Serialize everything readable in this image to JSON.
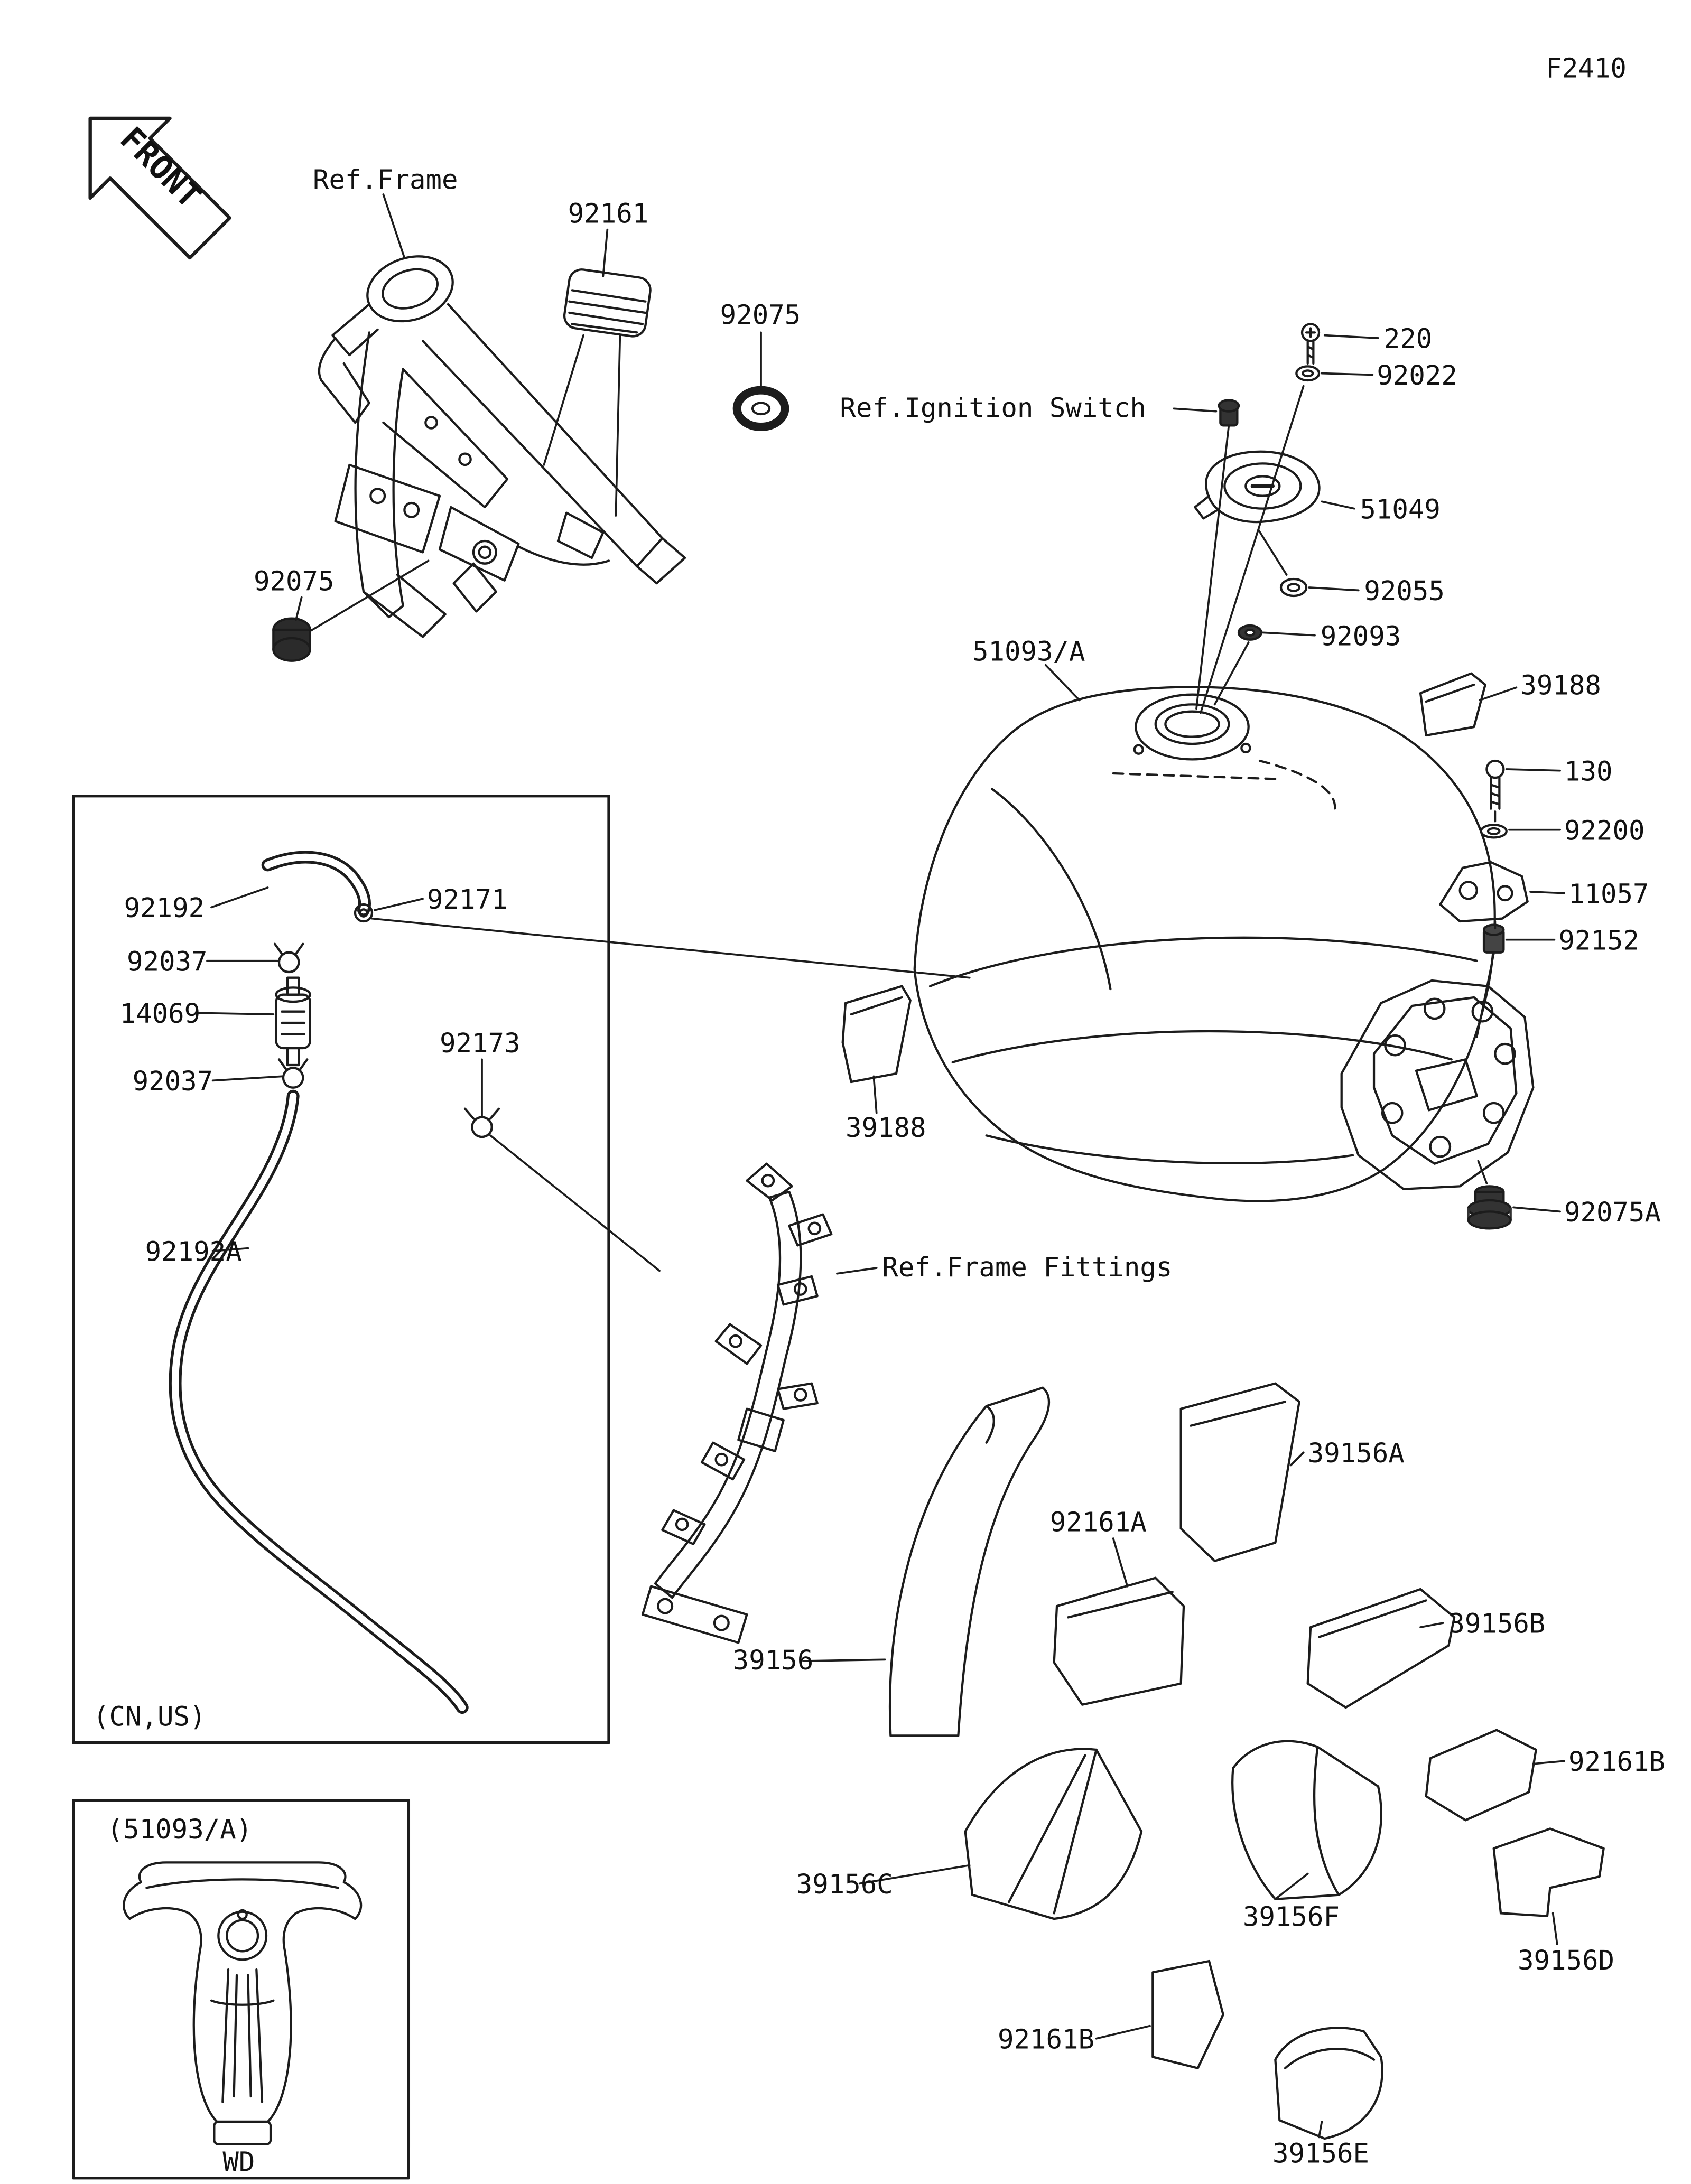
{
  "figure": {
    "code": "F2410",
    "front": "FRONT"
  },
  "refs": {
    "frame": "Ref.Frame",
    "ignition": "Ref.Ignition Switch",
    "fittings": "Ref.Frame Fittings"
  },
  "notes": {
    "cn_us": "(CN,US)",
    "variant": "(51093/A)",
    "wd": "WD"
  },
  "parts": {
    "p92161": "92161",
    "p92075_top": "92075",
    "p92075_left": "92075",
    "p220": "220",
    "p92022": "92022",
    "p51049": "51049",
    "p92055": "92055",
    "p92093": "92093",
    "p51093a": "51093/A",
    "p39188_r": "39188",
    "p130": "130",
    "p92200": "92200",
    "p11057": "11057",
    "p92152": "92152",
    "p92075a": "92075A",
    "p92192": "92192",
    "p92171": "92171",
    "p92037_a": "92037",
    "p14069": "14069",
    "p92037_b": "92037",
    "p92173": "92173",
    "p39188_l": "39188",
    "p92192a": "92192A",
    "p39156": "39156",
    "p39156a": "39156A",
    "p39156b": "39156B",
    "p39156c": "39156C",
    "p39156d": "39156D",
    "p39156e": "39156E",
    "p39156f": "39156F",
    "p92161a": "92161A",
    "p92161b_r": "92161B",
    "p92161b_b": "92161B"
  }
}
